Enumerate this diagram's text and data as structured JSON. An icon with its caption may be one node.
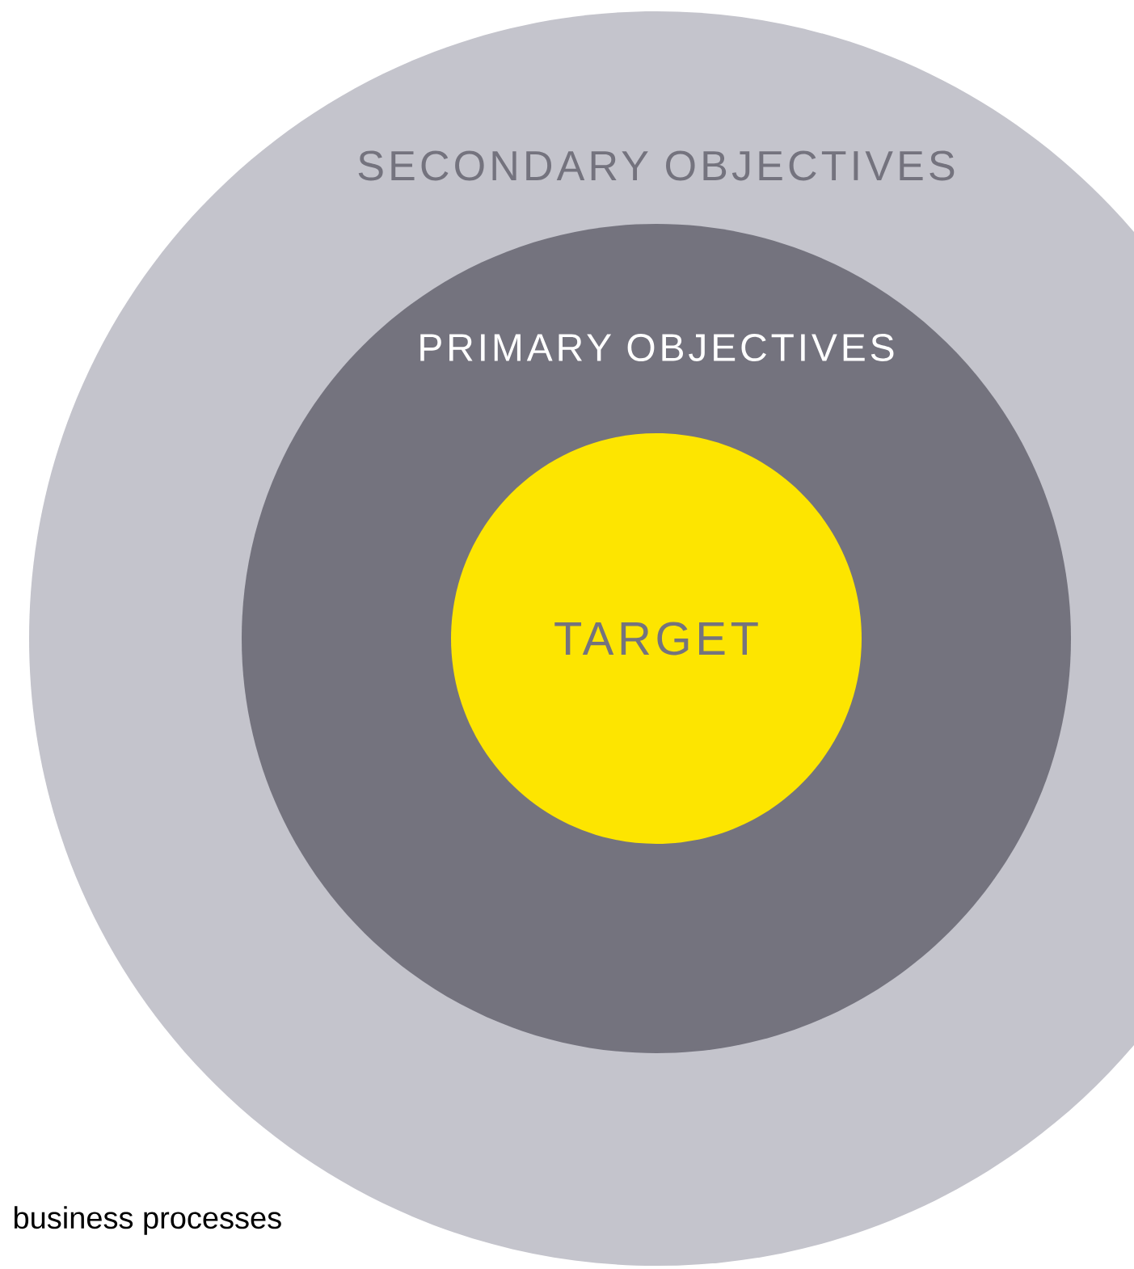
{
  "diagram": {
    "nodes": [
      {
        "text": [
          "SECONDARY OBJECTIVES"
        ]
      },
      {
        "text": [
          "PRIMARY OBJECTIVES"
        ],
        "in": 0
      },
      {
        "text": [
          "TARGET"
        ],
        "in": 1
      }
    ],
    "labels": [
      "business processes"
    ]
  }
}
